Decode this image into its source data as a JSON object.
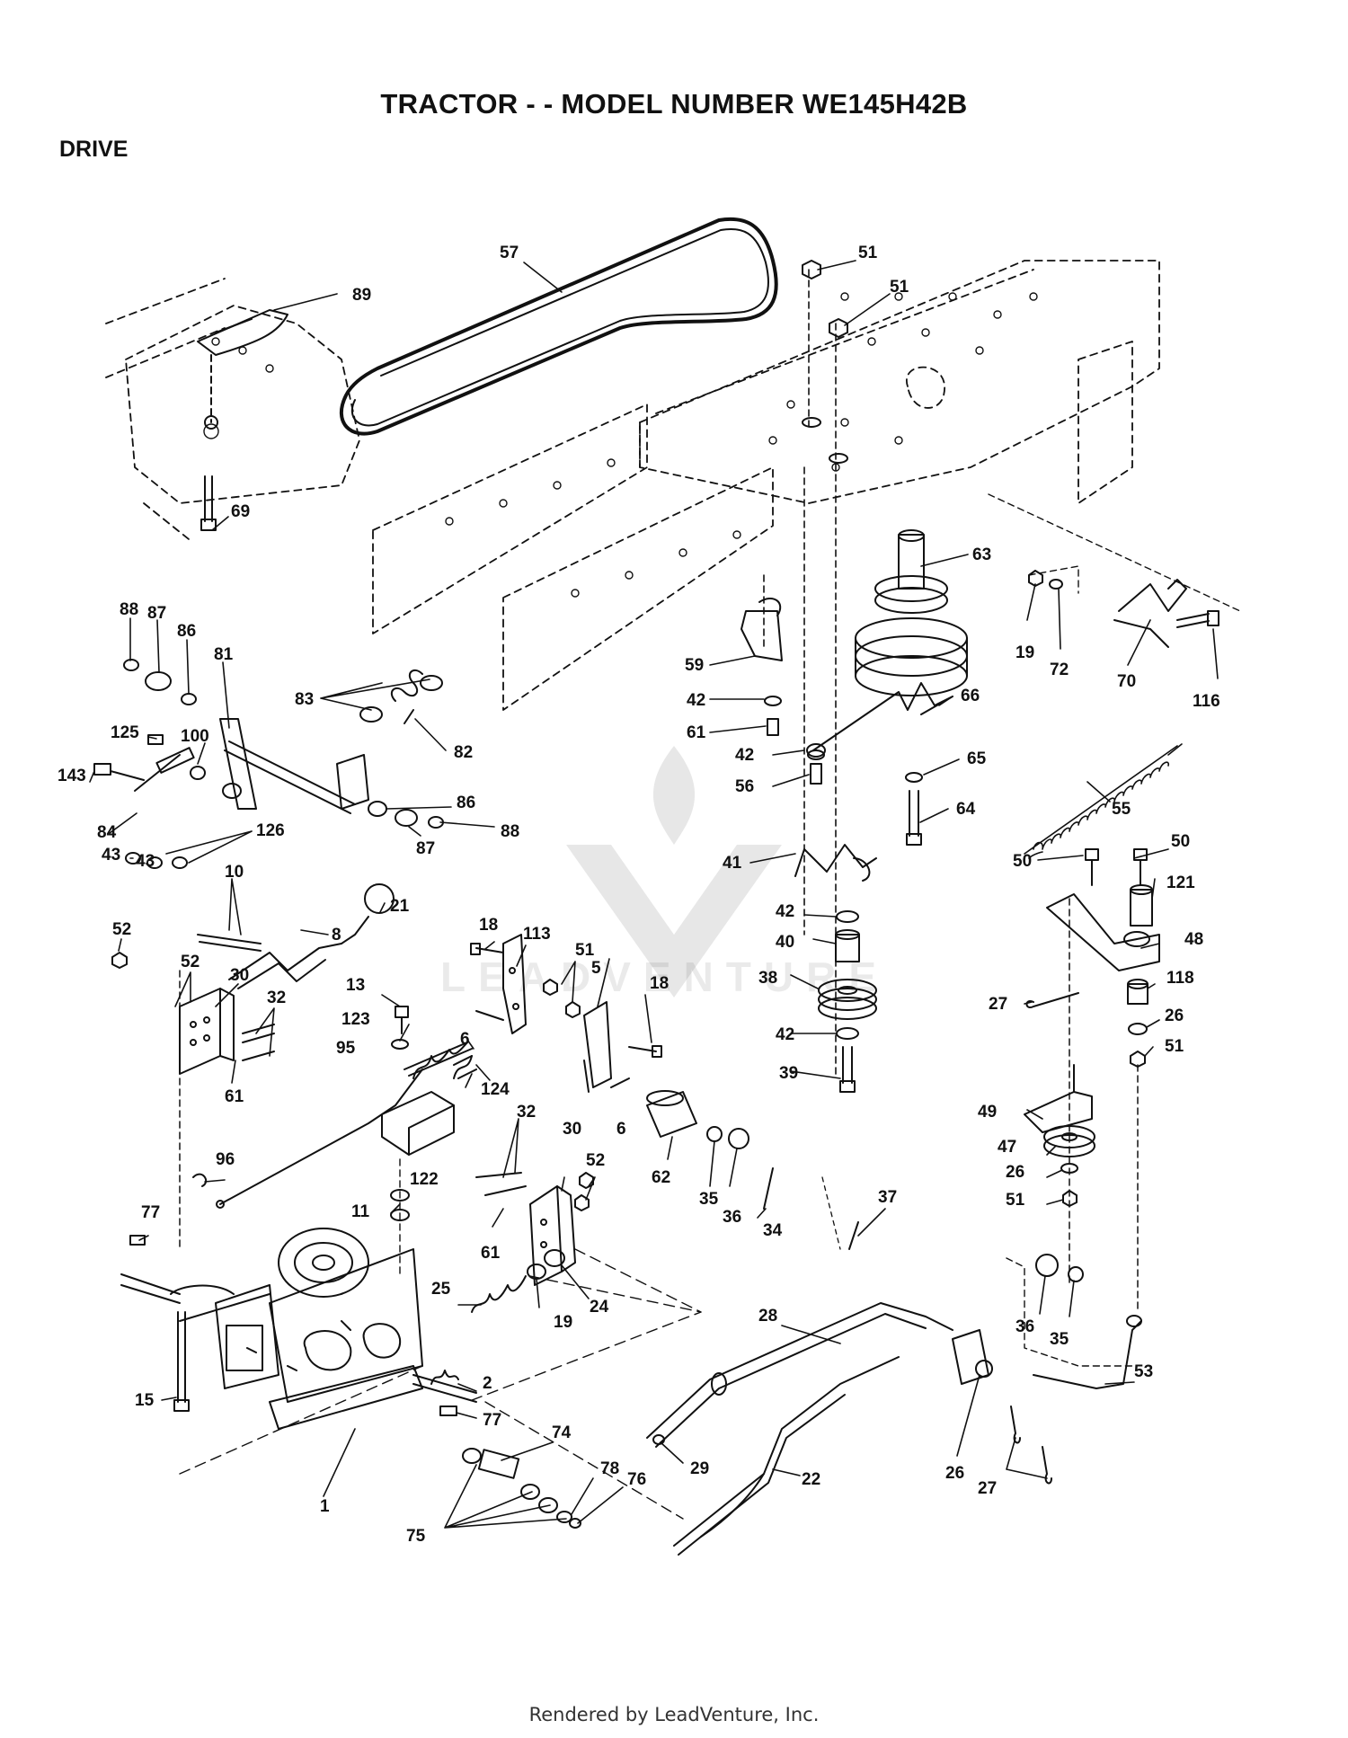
{
  "header": {
    "title": "TRACTOR - - MODEL NUMBER WE145H42B",
    "section": "DRIVE"
  },
  "footer": {
    "credit": "Rendered by LeadVenture, Inc."
  },
  "watermark": {
    "text": "LEADVENTURE"
  },
  "callouts": [
    {
      "id": "57",
      "label": "57"
    },
    {
      "id": "51a",
      "label": "51"
    },
    {
      "id": "51b",
      "label": "51"
    },
    {
      "id": "89",
      "label": "89"
    },
    {
      "id": "69",
      "label": "69"
    },
    {
      "id": "63",
      "label": "63"
    },
    {
      "id": "19a",
      "label": "19"
    },
    {
      "id": "72",
      "label": "72"
    },
    {
      "id": "70",
      "label": "70"
    },
    {
      "id": "116",
      "label": "116"
    },
    {
      "id": "88a",
      "label": "88"
    },
    {
      "id": "87a",
      "label": "87"
    },
    {
      "id": "86a",
      "label": "86"
    },
    {
      "id": "81",
      "label": "81"
    },
    {
      "id": "83",
      "label": "83"
    },
    {
      "id": "82",
      "label": "82"
    },
    {
      "id": "125",
      "label": "125"
    },
    {
      "id": "100",
      "label": "100"
    },
    {
      "id": "143",
      "label": "143"
    },
    {
      "id": "84",
      "label": "84"
    },
    {
      "id": "43a",
      "label": "43"
    },
    {
      "id": "43b",
      "label": "43"
    },
    {
      "id": "126",
      "label": "126"
    },
    {
      "id": "86b",
      "label": "86"
    },
    {
      "id": "88b",
      "label": "88"
    },
    {
      "id": "87b",
      "label": "87"
    },
    {
      "id": "10",
      "label": "10"
    },
    {
      "id": "21",
      "label": "21"
    },
    {
      "id": "8",
      "label": "8"
    },
    {
      "id": "59",
      "label": "59"
    },
    {
      "id": "42a",
      "label": "42"
    },
    {
      "id": "61a",
      "label": "61"
    },
    {
      "id": "42b",
      "label": "42"
    },
    {
      "id": "56",
      "label": "56"
    },
    {
      "id": "66",
      "label": "66"
    },
    {
      "id": "65",
      "label": "65"
    },
    {
      "id": "64",
      "label": "64"
    },
    {
      "id": "55",
      "label": "55"
    },
    {
      "id": "41",
      "label": "41"
    },
    {
      "id": "42c",
      "label": "42"
    },
    {
      "id": "40",
      "label": "40"
    },
    {
      "id": "38",
      "label": "38"
    },
    {
      "id": "42d",
      "label": "42"
    },
    {
      "id": "39",
      "label": "39"
    },
    {
      "id": "50a",
      "label": "50"
    },
    {
      "id": "50b",
      "label": "50"
    },
    {
      "id": "121",
      "label": "121"
    },
    {
      "id": "48",
      "label": "48"
    },
    {
      "id": "27a",
      "label": "27"
    },
    {
      "id": "118",
      "label": "118"
    },
    {
      "id": "26a",
      "label": "26"
    },
    {
      "id": "51c",
      "label": "51"
    },
    {
      "id": "52a",
      "label": "52"
    },
    {
      "id": "52b",
      "label": "52"
    },
    {
      "id": "30a",
      "label": "30"
    },
    {
      "id": "32a",
      "label": "32"
    },
    {
      "id": "61b",
      "label": "61"
    },
    {
      "id": "18a",
      "label": "18"
    },
    {
      "id": "113",
      "label": "113"
    },
    {
      "id": "51d",
      "label": "51"
    },
    {
      "id": "5",
      "label": "5"
    },
    {
      "id": "18b",
      "label": "18"
    },
    {
      "id": "13",
      "label": "13"
    },
    {
      "id": "123",
      "label": "123"
    },
    {
      "id": "6a",
      "label": "6"
    },
    {
      "id": "6b",
      "label": "6"
    },
    {
      "id": "95",
      "label": "95"
    },
    {
      "id": "124",
      "label": "124"
    },
    {
      "id": "32b",
      "label": "32"
    },
    {
      "id": "30b",
      "label": "30"
    },
    {
      "id": "52c",
      "label": "52"
    },
    {
      "id": "62",
      "label": "62"
    },
    {
      "id": "35a",
      "label": "35"
    },
    {
      "id": "36a",
      "label": "36"
    },
    {
      "id": "34",
      "label": "34"
    },
    {
      "id": "49",
      "label": "49"
    },
    {
      "id": "47",
      "label": "47"
    },
    {
      "id": "26b",
      "label": "26"
    },
    {
      "id": "51e",
      "label": "51"
    },
    {
      "id": "96",
      "label": "96"
    },
    {
      "id": "122",
      "label": "122"
    },
    {
      "id": "11",
      "label": "11"
    },
    {
      "id": "61c",
      "label": "61"
    },
    {
      "id": "37",
      "label": "37"
    },
    {
      "id": "77a",
      "label": "77"
    },
    {
      "id": "25",
      "label": "25"
    },
    {
      "id": "19b",
      "label": "19"
    },
    {
      "id": "24",
      "label": "24"
    },
    {
      "id": "28",
      "label": "28"
    },
    {
      "id": "36b",
      "label": "36"
    },
    {
      "id": "35b",
      "label": "35"
    },
    {
      "id": "53",
      "label": "53"
    },
    {
      "id": "15",
      "label": "15"
    },
    {
      "id": "2",
      "label": "2"
    },
    {
      "id": "77b",
      "label": "77"
    },
    {
      "id": "74",
      "label": "74"
    },
    {
      "id": "29",
      "label": "29"
    },
    {
      "id": "22",
      "label": "22"
    },
    {
      "id": "26c",
      "label": "26"
    },
    {
      "id": "27b",
      "label": "27"
    },
    {
      "id": "1",
      "label": "1"
    },
    {
      "id": "78",
      "label": "78"
    },
    {
      "id": "76",
      "label": "76"
    },
    {
      "id": "75",
      "label": "75"
    }
  ]
}
